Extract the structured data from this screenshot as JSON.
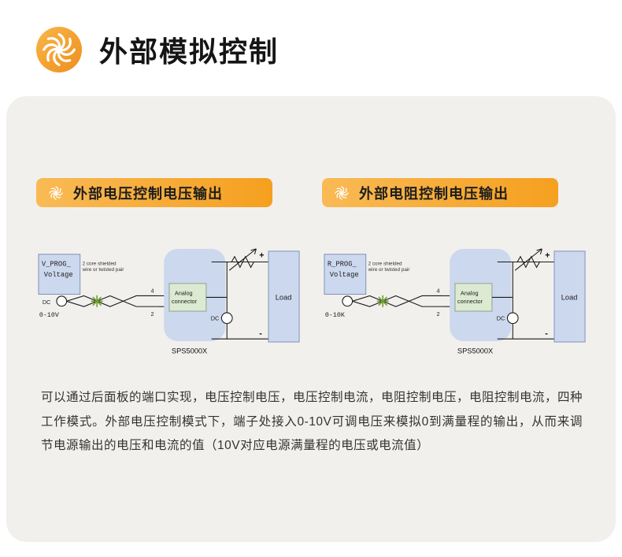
{
  "header": {
    "title": "外部模拟控制"
  },
  "panel": {
    "sections": [
      {
        "badge": "外部电压控制电压输出",
        "diagram": {
          "source_line1": "V_PROG_",
          "source_line2": "Voltage",
          "source_dc": "DC",
          "source_range": "0-10V",
          "wire_label1": "2 core shielded",
          "wire_label2": "wire or twisted pair",
          "pin_top": "4",
          "pin_bottom": "2",
          "connector_line1": "Analog",
          "connector_line2": "connector",
          "device_label": "SPS5000X",
          "dc_label": "DC",
          "plus": "+",
          "minus": "-",
          "load_label": "Load"
        }
      },
      {
        "badge": "外部电阻控制电压输出",
        "diagram": {
          "source_line1": "R_PROG_",
          "source_line2": "Voltage",
          "source_dc": "",
          "source_range": "0-10K",
          "wire_label1": "2 core shielded",
          "wire_label2": "wire or twisted pair",
          "pin_top": "4",
          "pin_bottom": "2",
          "connector_line1": "Analog",
          "connector_line2": "connector",
          "device_label": "SPS5000X",
          "dc_label": "DC",
          "plus": "+",
          "minus": "-",
          "load_label": "Load"
        }
      }
    ],
    "description": "可以通过后面板的端口实现，电压控制电压，电压控制电流，电阻控制电压，电阻控制电流，四种工作模式。外部电压控制模式下，端子处接入0-10V可调电压来模拟0到满量程的输出，从而来调节电源输出的电压和电流的值（10V对应电源满量程的电压或电流值）"
  },
  "colors": {
    "accent_orange": "#f5a01f",
    "panel_bg": "#f2f0ed",
    "diagram_blue": "#ccd8ee",
    "diagram_green": "#dcead2",
    "wire_green": "#6f9c2f"
  }
}
